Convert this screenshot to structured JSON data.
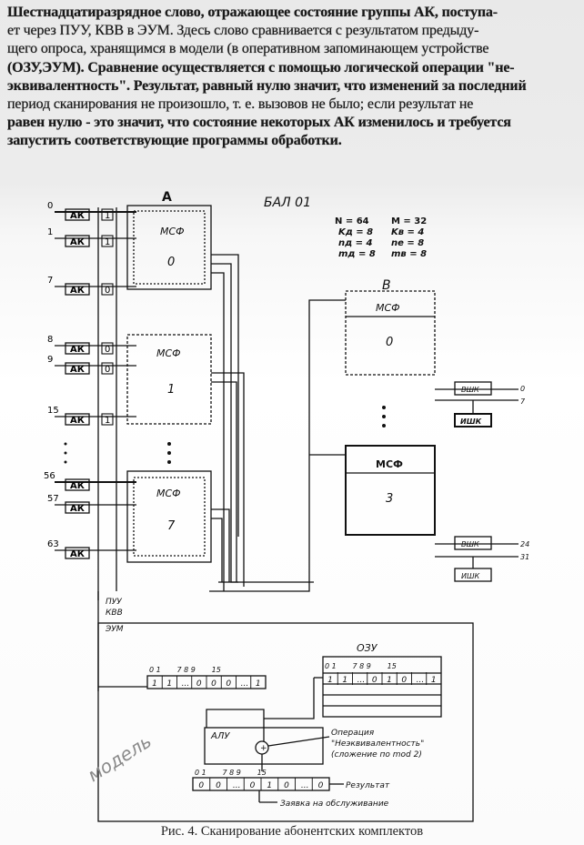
{
  "paragraph": {
    "line1": "Шестнадцатиразрядное слово, отражающее состояние группы АК, поступа-",
    "line2": "ет через ПУУ, КВВ в ЭУМ. Здесь слово сравнивается с результатом предыду-",
    "line3": "щего опроса, хранящимся в модели (в оперативном запоминающем устройстве",
    "line4": "(ОЗУ,ЭУМ). Сравнение осуществляется с помощью логической операции \"не-",
    "line5": "эквивалентность\". Результат, равный нулю значит, что изменений за последний",
    "line6": "период сканирования не произошло, т. е. вызовов не было; если результат не",
    "line7": "равен нулю - это значит, что состояние некоторых АК изменилось и требуется",
    "line8": "запустить соответствующие программы обработки."
  },
  "diagram": {
    "group_a_label": "A",
    "group_b_label": "B",
    "title": "БАЛ 01",
    "params": {
      "n": "N = 64",
      "m": "M = 32",
      "ka": "Kд = 8",
      "kv": "Kв = 4",
      "na": "nд = 4",
      "ne": "nе = 8",
      "ma": "mд = 8",
      "mv": "mв = 8"
    },
    "msf": "МСФ",
    "ak": "АК",
    "a_blocks": [
      "0",
      "1",
      "7"
    ],
    "b_blocks": [
      "0",
      "3"
    ],
    "row_numbers": [
      "0",
      "1",
      "7",
      "8",
      "9",
      "15",
      "56",
      "57",
      "63"
    ],
    "bits": [
      "1",
      "1",
      "0",
      "0",
      "0",
      "1"
    ],
    "vshk": "ВШК",
    "ishk": "ИШК",
    "b_right_numbers": [
      "0",
      "7",
      "24",
      "31"
    ],
    "iface": [
      "ПУУ",
      "КВВ",
      "ЭУМ"
    ],
    "ozu": "ОЗУ",
    "alu": "АЛУ",
    "bit_header_left": "0 1       7 8 9       15",
    "bit_header_ozu": "0 1       7 8 9       15",
    "bit_header_res": "0 1       7 8 9       15",
    "word_cells": [
      "1",
      "1",
      "...",
      "0",
      "0",
      "0",
      "...",
      "1"
    ],
    "ozu_cells": [
      "1",
      "1",
      "...",
      "0",
      "1",
      "0",
      "...",
      "1"
    ],
    "res_cells": [
      "0",
      "0",
      "...",
      "0",
      "1",
      "0",
      "...",
      "0"
    ],
    "plus": "+",
    "operation": "Операция",
    "op_name": "\"Неэквивалентность\"",
    "op_desc": "(сложение по mod 2)",
    "result": "Результат",
    "request": "Заявка на обслуживание",
    "handwritten": "модель"
  },
  "caption": "Рис. 4. Сканирование абонентских комплектов"
}
